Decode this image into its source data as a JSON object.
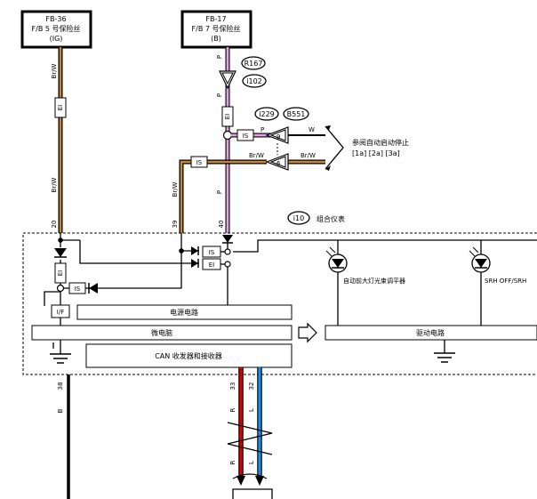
{
  "fuses": {
    "left": {
      "line1": "FB-36",
      "line2": "F/B 5 号保险丝",
      "line3": "(IG)"
    },
    "mid": {
      "line1": "FB-17",
      "line2": "F/B 7 号保险丝",
      "line3": "(B)"
    }
  },
  "wire_codes": {
    "br_w": "Br/W",
    "p": "P",
    "w": "W",
    "b": "B",
    "r": "R",
    "l": "L"
  },
  "markers": {
    "ei": "EI",
    "is": "IS",
    "if": "I/F"
  },
  "connectors": {
    "r167": "R167",
    "i102": "i102",
    "i229": "i229",
    "b551": "B551",
    "i10": "i10"
  },
  "pins": {
    "j9": "9",
    "j6": "6",
    "p20": "20",
    "p39": "39",
    "p40": "40",
    "p38": "38",
    "p33": "33",
    "p32": "32"
  },
  "reference": {
    "line1": "参阅自动启动停止",
    "line2": "[1a] [2a] [3a]"
  },
  "meter": {
    "title": "组合仪表"
  },
  "blocks": {
    "power": "电源电路",
    "micro": "微电脑",
    "can": "CAN 收发器和接收器",
    "drive": "驱动电路"
  },
  "indicators": {
    "led1": "自动前大灯光束调平器",
    "led2": "SRH OFF/SRH"
  }
}
